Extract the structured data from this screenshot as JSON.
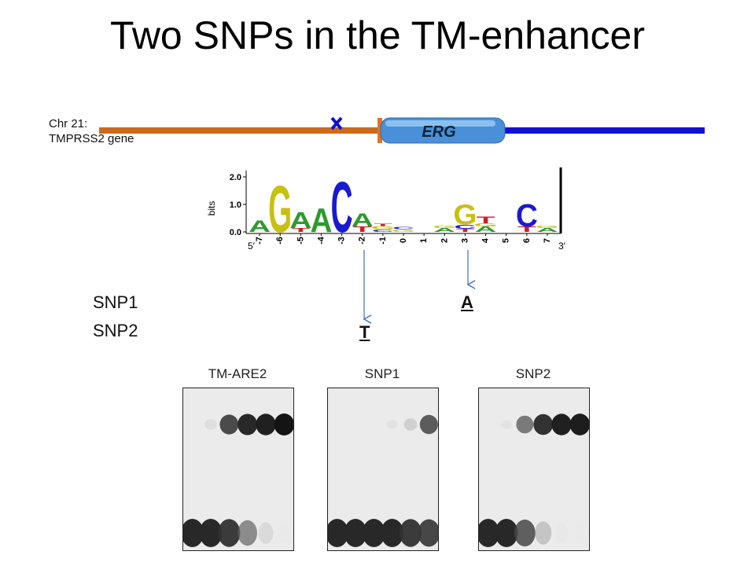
{
  "title": "Two SNPs in the TM-enhancer",
  "chromosome": {
    "label": "Chr 21:\nTMPRSS2 gene",
    "gene": "ERG",
    "colors": {
      "tmprss2": "#cc6a1c",
      "erg_tail": "#1010dd",
      "erg_box": "#4a90d8",
      "marker": "#1010cc"
    }
  },
  "motif_logo": {
    "y_axis_title": "bits",
    "y_ticks": [
      "2.0",
      "1.0",
      "0.0"
    ],
    "positions": [
      "-7",
      "-6",
      "-5",
      "-4",
      "-3",
      "-2",
      "-1",
      "0",
      "1",
      "2",
      "3",
      "4",
      "5",
      "6",
      "7"
    ],
    "end_5": "5′",
    "end_3": "3′",
    "letters": [
      {
        "pos": "-7",
        "stack": [
          {
            "l": "A",
            "h": 0.45
          }
        ]
      },
      {
        "pos": "-6",
        "stack": [
          {
            "l": "G",
            "h": 1.75
          }
        ]
      },
      {
        "pos": "-5",
        "stack": [
          {
            "l": "T",
            "h": 0.15
          },
          {
            "l": "A",
            "h": 0.6
          }
        ]
      },
      {
        "pos": "-4",
        "stack": [
          {
            "l": "A",
            "h": 0.9
          }
        ]
      },
      {
        "pos": "-3",
        "stack": [
          {
            "l": "C",
            "h": 1.9
          }
        ]
      },
      {
        "pos": "-2",
        "stack": [
          {
            "l": "T",
            "h": 0.2
          },
          {
            "l": "A",
            "h": 0.5
          }
        ]
      },
      {
        "pos": "-1",
        "stack": [
          {
            "l": "C",
            "h": 0.1
          },
          {
            "l": "G",
            "h": 0.12
          },
          {
            "l": "T",
            "h": 0.1
          }
        ]
      },
      {
        "pos": "0",
        "stack": [
          {
            "l": "G",
            "h": 0.1
          },
          {
            "l": "C",
            "h": 0.1
          }
        ]
      },
      {
        "pos": "1",
        "stack": []
      },
      {
        "pos": "2",
        "stack": [
          {
            "l": "A",
            "h": 0.15
          },
          {
            "l": "G",
            "h": 0.1
          }
        ]
      },
      {
        "pos": "3",
        "stack": [
          {
            "l": "T",
            "h": 0.12
          },
          {
            "l": "C",
            "h": 0.15
          },
          {
            "l": "G",
            "h": 0.75
          }
        ]
      },
      {
        "pos": "4",
        "stack": [
          {
            "l": "A",
            "h": 0.2
          },
          {
            "l": "G",
            "h": 0.12
          },
          {
            "l": "T",
            "h": 0.25
          }
        ]
      },
      {
        "pos": "5",
        "stack": []
      },
      {
        "pos": "6",
        "stack": [
          {
            "l": "T",
            "h": 0.2
          },
          {
            "l": "C",
            "h": 0.85
          }
        ]
      },
      {
        "pos": "7",
        "stack": [
          {
            "l": "A",
            "h": 0.15
          },
          {
            "l": "G",
            "h": 0.1
          }
        ]
      }
    ],
    "letter_colors": {
      "A": "#2e9a2e",
      "C": "#1a1ad0",
      "G": "#c8c010",
      "T": "#d02020"
    }
  },
  "snps": [
    {
      "label": "SNP1",
      "allele": "A",
      "pos": "3"
    },
    {
      "label": "SNP2",
      "allele": "T",
      "pos": "-2"
    }
  ],
  "gels": [
    {
      "label": "TM-ARE2",
      "shift": [
        0,
        0.18,
        0.85,
        0.95,
        0.97,
        1.0
      ],
      "free": [
        1.0,
        1.0,
        0.95,
        0.7,
        0.3,
        0.08
      ]
    },
    {
      "label": "SNP1",
      "shift": [
        0,
        0,
        0,
        0.05,
        0.3,
        0.8
      ],
      "free": [
        1.0,
        1.0,
        1.0,
        1.0,
        0.95,
        0.92
      ]
    },
    {
      "label": "SNP2",
      "shift": [
        0,
        0.05,
        0.7,
        0.92,
        0.97,
        0.98
      ],
      "free": [
        1.0,
        1.0,
        0.85,
        0.45,
        0.12,
        0.05
      ]
    }
  ]
}
